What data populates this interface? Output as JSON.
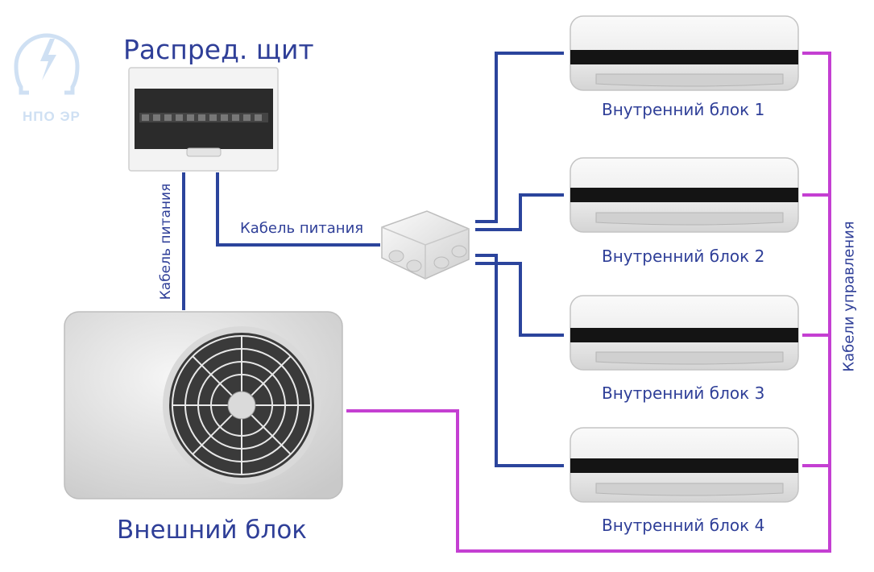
{
  "logo": {
    "text": "НПО ЭР",
    "icon": "lightning-omega-icon"
  },
  "panel": {
    "label": "Распред. щит"
  },
  "outdoor_unit": {
    "label": "Внешний блок"
  },
  "cables": {
    "power_vertical": "Кабель питания",
    "power_horizontal": "Кабель питания",
    "control": "Кабели управления"
  },
  "indoor_units": [
    {
      "label": "Внутренний блок 1"
    },
    {
      "label": "Внутренний блок 2"
    },
    {
      "label": "Внутренний блок 3"
    },
    {
      "label": "Внутренний блок 4"
    }
  ],
  "colors": {
    "power_cable": "#2b449c",
    "control_cable": "#c43fd2",
    "label_text": "#2f3f98",
    "logo": "#cfe0f3"
  }
}
